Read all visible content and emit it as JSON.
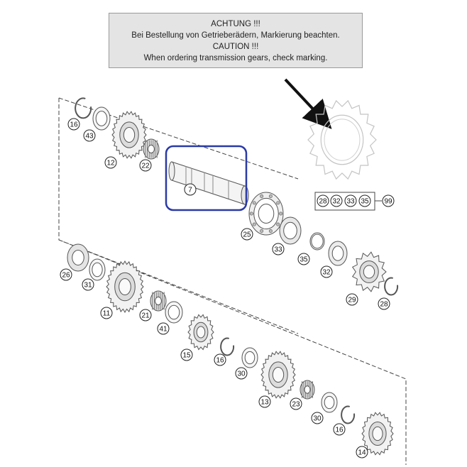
{
  "notice": {
    "line_de_title": "ACHTUNG !!!",
    "line_de_text": "Bei Bestellung von Getrieberädern, Markierung beachten.",
    "line_en_title": "CAUTION !!!",
    "line_en_text": "When ordering transmission gears, check marking."
  },
  "kit": {
    "members": [
      "28",
      "32",
      "33",
      "35"
    ],
    "kit_number": "99"
  },
  "callouts": {
    "p16a": "16",
    "p43": "43",
    "p12": "12",
    "p22": "22",
    "p7": "7",
    "p25": "25",
    "p33": "33",
    "p35": "35",
    "p32": "32",
    "p29": "29",
    "p28": "28",
    "p26": "26",
    "p31": "31",
    "p11": "11",
    "p21": "21",
    "p41": "41",
    "p15": "15",
    "p16b": "16",
    "p30a": "30",
    "p13": "13",
    "p23": "23",
    "p30b": "30",
    "p16c": "16",
    "p14": "14"
  },
  "colors": {
    "highlight": "#2a3aa6",
    "line": "#444444",
    "gear_stroke": "#555555",
    "notice_bg": "#e4e4e4"
  }
}
